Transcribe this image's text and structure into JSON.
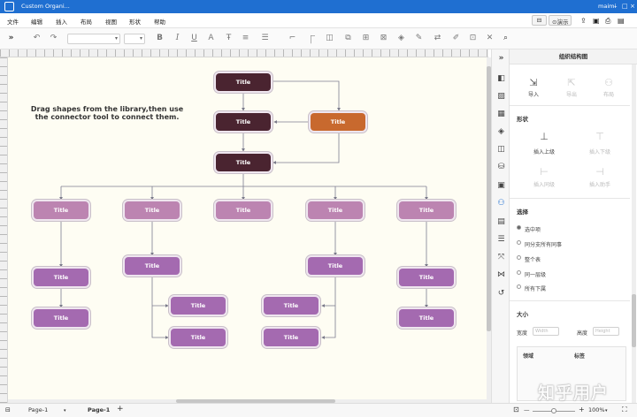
{
  "titlebar": {
    "title": "Custom Organi...",
    "user": "maimi"
  },
  "menu": [
    "文件",
    "编辑",
    "插入",
    "布局",
    "视图",
    "形状",
    "帮助"
  ],
  "menu_right": {
    "present": "演示"
  },
  "toolbar": {
    "expand": "»",
    "undo": "↶",
    "redo": "↷",
    "bold": "B",
    "italic": "I",
    "underline": "U",
    "font_color": "A"
  },
  "hint": "Drag shapes from the library,then use the connector tool to connect them.",
  "nodes": {
    "top": "Title",
    "mid": "Title",
    "side": "Title",
    "third": "Title",
    "l2_1": "Title",
    "l2_2": "Title",
    "l2_3": "Title",
    "l2_4": "Title",
    "l2_5": "Title",
    "c1_1": "Title",
    "c1_2": "Title",
    "c2_1": "Title",
    "c2_2": "Title",
    "c2_3": "Title",
    "c4_1": "Title",
    "c4_2": "Title",
    "c4_3": "Title",
    "c5_1": "Title",
    "c5_2": "Title"
  },
  "panel": {
    "title": "组织结构图",
    "import": "导入",
    "export": "导出",
    "layout": "布局",
    "shape_section": "形状",
    "insert_parent": "插入上级",
    "insert_child": "插入下级",
    "insert_sibling": "插入同级",
    "insert_assistant": "插入助手",
    "select_section": "选择",
    "sel_selected": "选中项",
    "sel_branch": "同分支所有同事",
    "sel_whole": "整个表",
    "sel_level": "同一层级",
    "sel_sub": "所有下属",
    "size_section": "大小",
    "width": "宽度",
    "height": "高度",
    "width_ph": "Width",
    "height_ph": "Height",
    "col_domain": "领域",
    "col_label": "标签"
  },
  "status": {
    "page_tab1": "Page-1",
    "page_tab2": "Page-1",
    "add": "+",
    "zoom": "100%",
    "minus": "—",
    "plus": "+"
  },
  "watermark": "知乎用户",
  "colors": {
    "dark": "#4a2430",
    "orange": "#c8692e",
    "pink": "#bc84b1",
    "purple": "#a46ab0",
    "accent": "#1f6fd1"
  }
}
